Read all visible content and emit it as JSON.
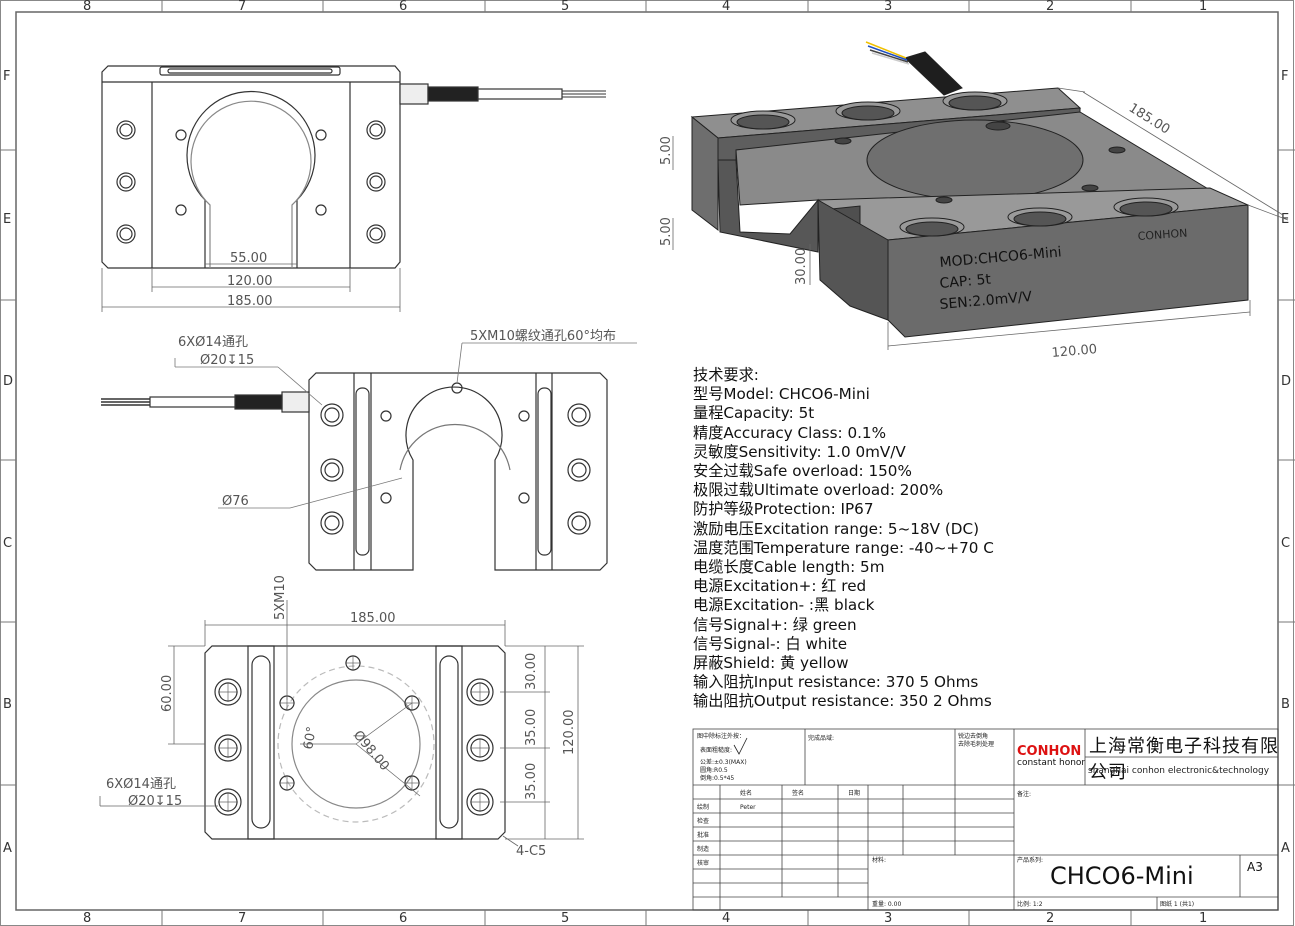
{
  "frame": {
    "top_zones": [
      "8",
      "7",
      "6",
      "5",
      "4",
      "3",
      "2",
      "1"
    ],
    "side_zones": [
      "F",
      "E",
      "D",
      "C",
      "B",
      "A"
    ]
  },
  "top_view": {
    "dim_inner": "55.00",
    "dim_mid": "120.00",
    "dim_outer": "185.00"
  },
  "mid_view": {
    "hole_note_line1": "6XØ14通孔",
    "hole_note_line2": "Ø20↧15",
    "thread_note": "5XM10螺纹通孔60°均布",
    "bore_label": "Ø76"
  },
  "bottom_view": {
    "dim_width": "185.00",
    "dim_thread": "5XM10",
    "dim_left": "60.00",
    "dim_r1": "30.00",
    "dim_r2": "35.00",
    "dim_r3": "35.00",
    "dim_right": "120.00",
    "angle": "60°",
    "circle": "Ø98.00",
    "hole_note_line1": "6XØ14通孔",
    "hole_note_line2": "Ø20↧15",
    "chamfer": "4-C5"
  },
  "iso_view": {
    "dim_185": "185.00",
    "dim_5a": "5.00",
    "dim_5b": "5.00",
    "dim_30": "30.00",
    "dim_120": "120.00",
    "brand": "CONHON",
    "label_mod": "MOD:CHCO6-Mini",
    "label_cap": "CAP: 5t",
    "label_sen": "SEN:2.0mV/V"
  },
  "tech": {
    "title": "技术要求:",
    "lines": [
      "型号Model: CHCO6-Mini",
      "量程Capacity: 5t",
      "精度Accuracy Class: 0.1%",
      "灵敏度Sensitivity: 1.0 0mV/V",
      "安全过载Safe overload: 150%",
      "极限过载Ultimate overload: 200%",
      "防护等级Protection: IP67",
      "激励电压Excitation range: 5~18V (DC)",
      "温度范围Temperature range: -40~+70 C",
      "电缆长度Cable length: 5m",
      "电源Excitation+: 红 red",
      "电源Excitation- :黑 black",
      "信号Signal+: 绿 green",
      "信号Signal-: 白 white",
      "屏蔽Shield: 黄 yellow",
      "输入阻抗Input resistance: 370 5 Ohms",
      "输出阻抗Output resistance: 350 2 Ohms"
    ]
  },
  "title_block": {
    "general_note": "图中除标注外按：",
    "surface": "表面粗糙度:",
    "tolerance": "公差:±0.3(MAX)",
    "fillet": "圆角:R0.5",
    "chamfer": "倒角:0.5*45",
    "finish": "完成品域:",
    "deburr": "锐边去倒角",
    "deburr2": "去除毛刺处理",
    "brand": "CONHON",
    "brand_sub": "constant honor",
    "company_cn": "上海常衡电子科技有限公司",
    "company_en": "shanghai conhon electronic&technology",
    "col_name": "姓名",
    "col_sign": "签名",
    "col_date": "日期",
    "row_draw": "绘制",
    "drawer": "Peter",
    "row_check": "检查",
    "row_approve": "批准",
    "row_make": "制造",
    "row_review": "核审",
    "remark": "备注:",
    "material": "材料:",
    "series": "产品系列:",
    "model": "CHCO6-Mini",
    "size": "A3",
    "weight": "重量: 0.00",
    "scale": "比例: 1:2",
    "sheet": "图纸 1 (共1)"
  }
}
